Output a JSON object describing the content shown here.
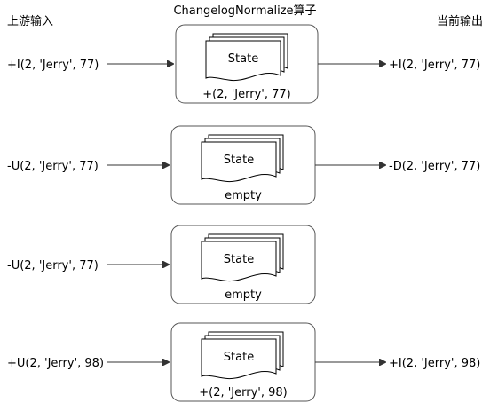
{
  "headers": {
    "upstream_input": "上游输入",
    "operator_title": "ChangelogNormalize算子",
    "current_output": "当前输出"
  },
  "rows": [
    {
      "input": "+I(2, 'Jerry', 77)",
      "state_label": "State",
      "state_value": "+(2, 'Jerry', 77)",
      "output": "+I(2, 'Jerry', 77)"
    },
    {
      "input": "-U(2, 'Jerry', 77)",
      "state_label": "State",
      "state_value": "empty",
      "output": "-D(2, 'Jerry', 77)"
    },
    {
      "input": "-U(2, 'Jerry', 77)",
      "state_label": "State",
      "state_value": "empty",
      "output": ""
    },
    {
      "input": "+U(2, 'Jerry', 98)",
      "state_label": "State",
      "state_value": "+(2, 'Jerry', 98)",
      "output": "+I(2, 'Jerry', 98)"
    }
  ]
}
